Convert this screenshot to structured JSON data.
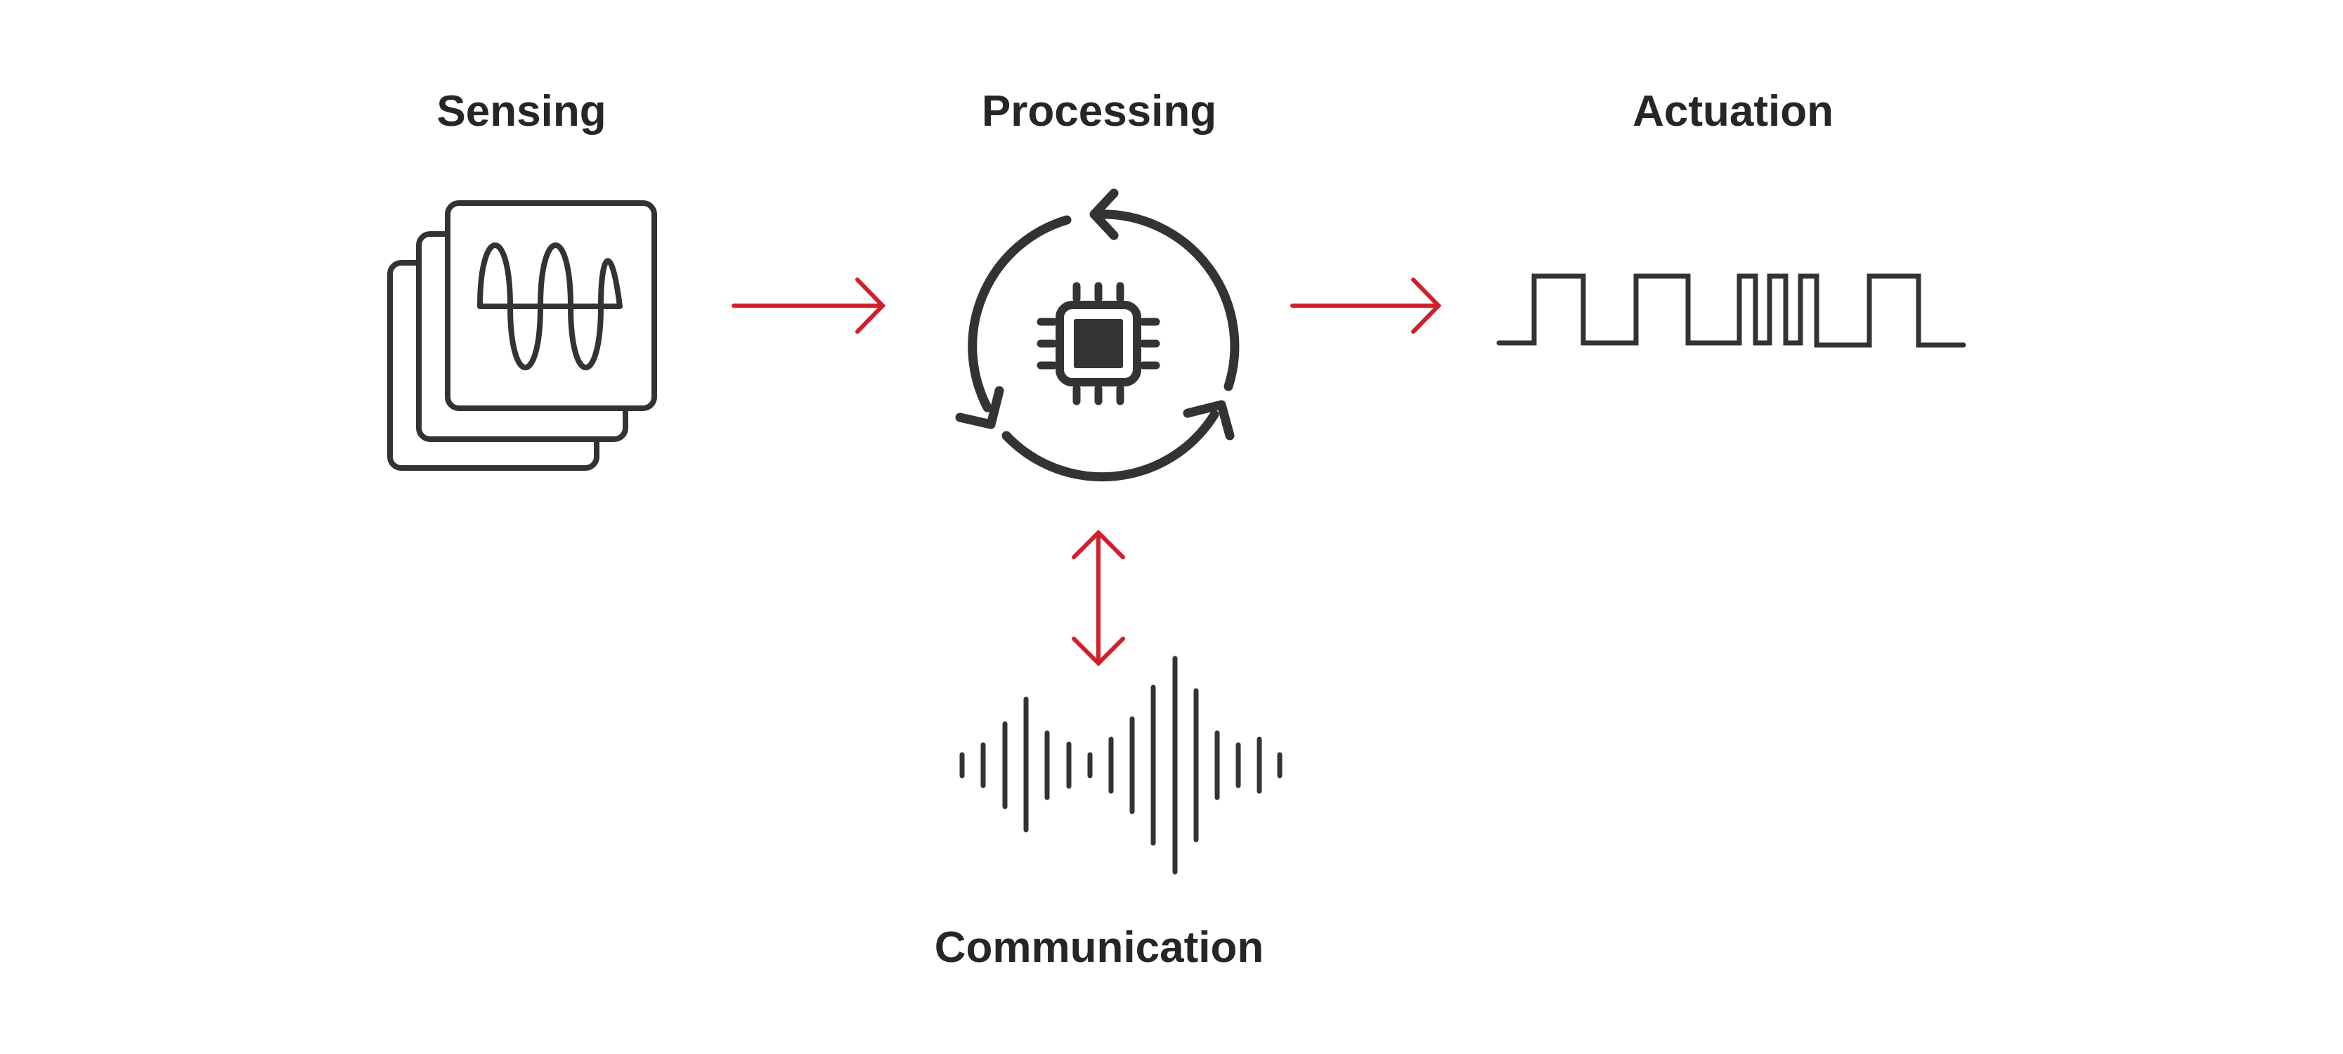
{
  "nodes": {
    "sensing": {
      "label": "Sensing",
      "icon": "sensor-waveform-icon"
    },
    "processing": {
      "label": "Processing",
      "icon": "cpu-cycle-icon"
    },
    "actuation": {
      "label": "Actuation",
      "icon": "pulse-signal-icon"
    },
    "communication": {
      "label": "Communication",
      "icon": "sound-wave-icon"
    }
  },
  "edges": [
    {
      "from": "sensing",
      "to": "processing",
      "direction": "forward"
    },
    {
      "from": "processing",
      "to": "actuation",
      "direction": "forward"
    },
    {
      "from": "processing",
      "to": "communication",
      "direction": "bidirectional"
    }
  ],
  "colors": {
    "icon": "#333333",
    "arrow": "#d0202c",
    "text": "#262626"
  }
}
